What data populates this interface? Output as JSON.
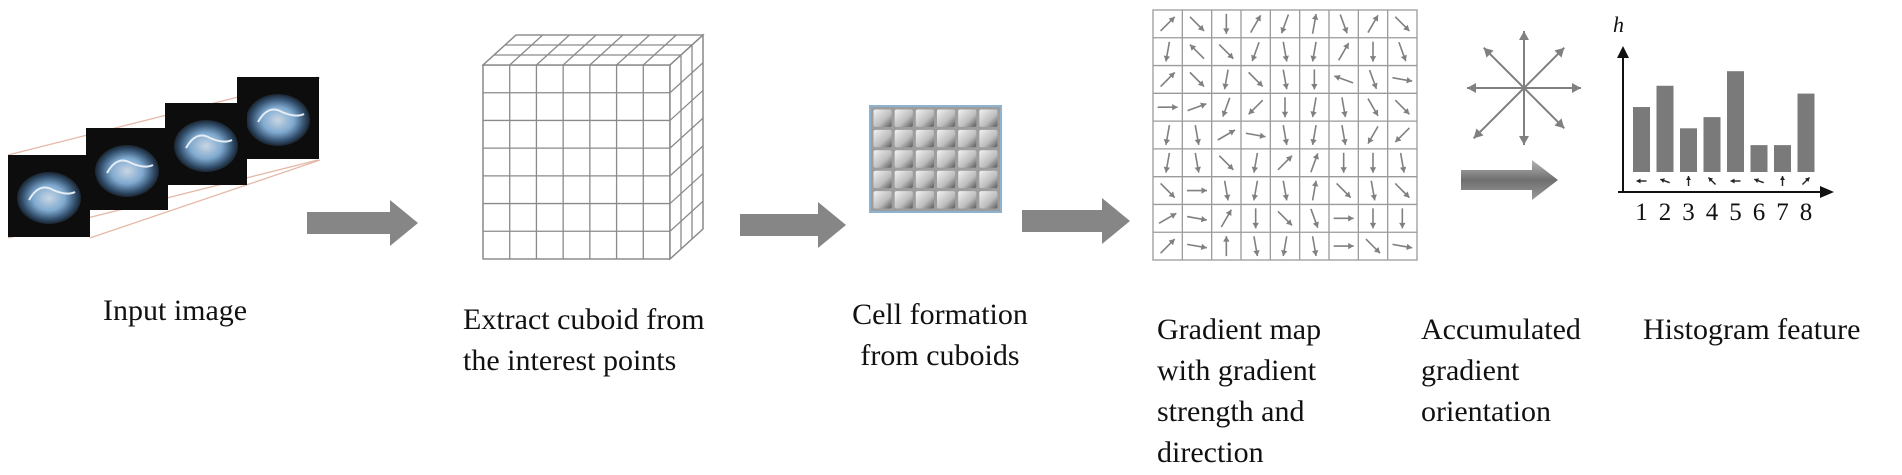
{
  "steps": [
    {
      "id": "input",
      "caption": [
        "Input image"
      ]
    },
    {
      "id": "cuboid",
      "caption": [
        "Extract cuboid from",
        "the interest points"
      ]
    },
    {
      "id": "cells",
      "caption": [
        "Cell formation",
        "from cuboids"
      ]
    },
    {
      "id": "gradient_map",
      "caption": [
        "Gradient map",
        "with gradient",
        "strength and",
        "direction"
      ]
    },
    {
      "id": "accumulated",
      "caption": [
        "Accumulated",
        "gradient",
        "orientation"
      ]
    },
    {
      "id": "histogram",
      "caption": [
        "Histogram feature"
      ]
    }
  ],
  "histogram": {
    "y_axis_label": "h",
    "bins": [
      "1",
      "2",
      "3",
      "4",
      "5",
      "6",
      "7",
      "8"
    ],
    "values": [
      0.58,
      0.77,
      0.39,
      0.49,
      0.9,
      0.24,
      0.24,
      0.7
    ]
  },
  "gradient_grid": {
    "rows": 9,
    "cols": 9,
    "angles": [
      [
        315,
        45,
        90,
        300,
        110,
        280,
        70,
        300,
        45
      ],
      [
        100,
        225,
        45,
        110,
        80,
        100,
        300,
        90,
        70
      ],
      [
        315,
        45,
        100,
        45,
        80,
        90,
        200,
        70,
        10
      ],
      [
        0,
        340,
        110,
        135,
        90,
        100,
        80,
        60,
        45
      ],
      [
        100,
        80,
        330,
        10,
        80,
        100,
        80,
        120,
        135
      ],
      [
        100,
        80,
        45,
        100,
        315,
        290,
        90,
        90,
        80
      ],
      [
        45,
        0,
        80,
        100,
        80,
        280,
        45,
        80,
        45
      ],
      [
        330,
        10,
        300,
        90,
        45,
        70,
        0,
        90,
        90
      ],
      [
        315,
        10,
        270,
        80,
        100,
        80,
        0,
        45,
        10
      ]
    ]
  },
  "orientation_star": {
    "directions": 8
  },
  "colors": {
    "arrow": "#808080",
    "bar": "#7a7a7a",
    "grid_line": "#9a9a9a",
    "axis": "#111111",
    "brain_bg": "#111111",
    "brain_tissue": "#7fa9cf"
  }
}
